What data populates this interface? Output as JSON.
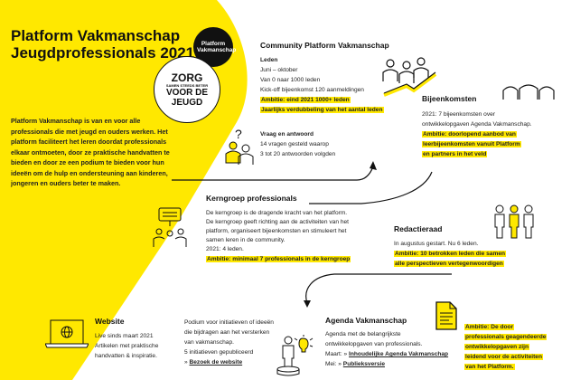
{
  "title": "Platform Vakmanschap Jeugdprofessionals 2021",
  "intro": "Platform Vakmanschap is van en voor alle professionals die met jeugd en ouders werken. Het platform faciliteert het leren doordat professionals elkaar ontmoeten, door ze praktische handvatten te bieden en door ze een podium te bieden voor hun ideeën om de hulp en ondersteuning aan kinderen, jongeren en ouders beter te maken.",
  "logo": {
    "small": "Platform Vakmanschap",
    "big1": "ZORG",
    "mid": "SAMEN STEEDS BETER",
    "big2": "VOOR DE JEUGD"
  },
  "colors": {
    "accent": "#ffe800",
    "text": "#222222"
  },
  "community": {
    "title": "Community Platform Vakmanschap",
    "sub": "Leden",
    "lines": [
      "Juni – oktober",
      "Van 0 naar 1000 leden",
      "Kick-off bijeenkomst 120 aanmeldingen"
    ],
    "highlights": [
      "Ambitie: eind 2021 1000+ leden",
      "Jaarlijks verdubbeling van het aantal leden"
    ]
  },
  "bijeenkomsten": {
    "title": "Bijeenkomsten",
    "lines": [
      "2021: 7 bijeenkomsten over",
      "ontwikkelopgaven Agenda Vakmanschap."
    ],
    "highlights": [
      "Ambitie: doorlopend aanbod van",
      "leerbijeenkomsten vanuit Platform",
      "en partners in het veld"
    ]
  },
  "vraag": {
    "title": "Vraag en antwoord",
    "lines": [
      "14 vragen gesteld waarop",
      "3 tot 20 antwoorden volgden"
    ]
  },
  "kerngroep": {
    "title": "Kerngroep professionals",
    "lines": [
      "De kerngroep is de dragende kracht van het platform.",
      "De kerngroep geeft richting aan de activiteiten van het",
      "platform, organiseert bijeenkomsten en stimuleert het",
      "samen leren in de community.",
      "2021: 4 leden."
    ],
    "highlight": "Ambitie: minimaal 7 professionals in de kerngroep"
  },
  "redactieraad": {
    "title": "Redactieraad",
    "lines": [
      "In augustus gestart. Nu 6 leden."
    ],
    "highlights": [
      "Ambitie: 10 betrokken leden die samen",
      "alle perspectieven vertegenwoordigen"
    ]
  },
  "website": {
    "title": "Website",
    "lines": [
      "Live sinds maart 2021",
      "Artikelen met praktische",
      "handvatten & inspiratie."
    ]
  },
  "podium": {
    "lines": [
      "Podium voor initiatieven of ideeën",
      "die bijdragen aan het versterken",
      "van vakmanschap.",
      "5 initiatieven gepubliceerd"
    ],
    "link_prefix": "» ",
    "link": "Bezoek de website"
  },
  "agenda": {
    "title": "Agenda Vakmanschap",
    "lines": [
      "Agenda met de belangrijkste",
      "ontwikkelopgaven van professionals."
    ],
    "maart_prefix": "Maart: » ",
    "maart_link": "Inhoudelijke Agenda Vakmanschap",
    "mei_prefix": "Mei: » ",
    "mei_link": "Publieksversie",
    "highlights": [
      "Ambitie: De door",
      "professionals geagendeerde",
      "ontwikkelopgaven zijn",
      "leidend voor de activiteiten",
      "van het Platform."
    ]
  }
}
